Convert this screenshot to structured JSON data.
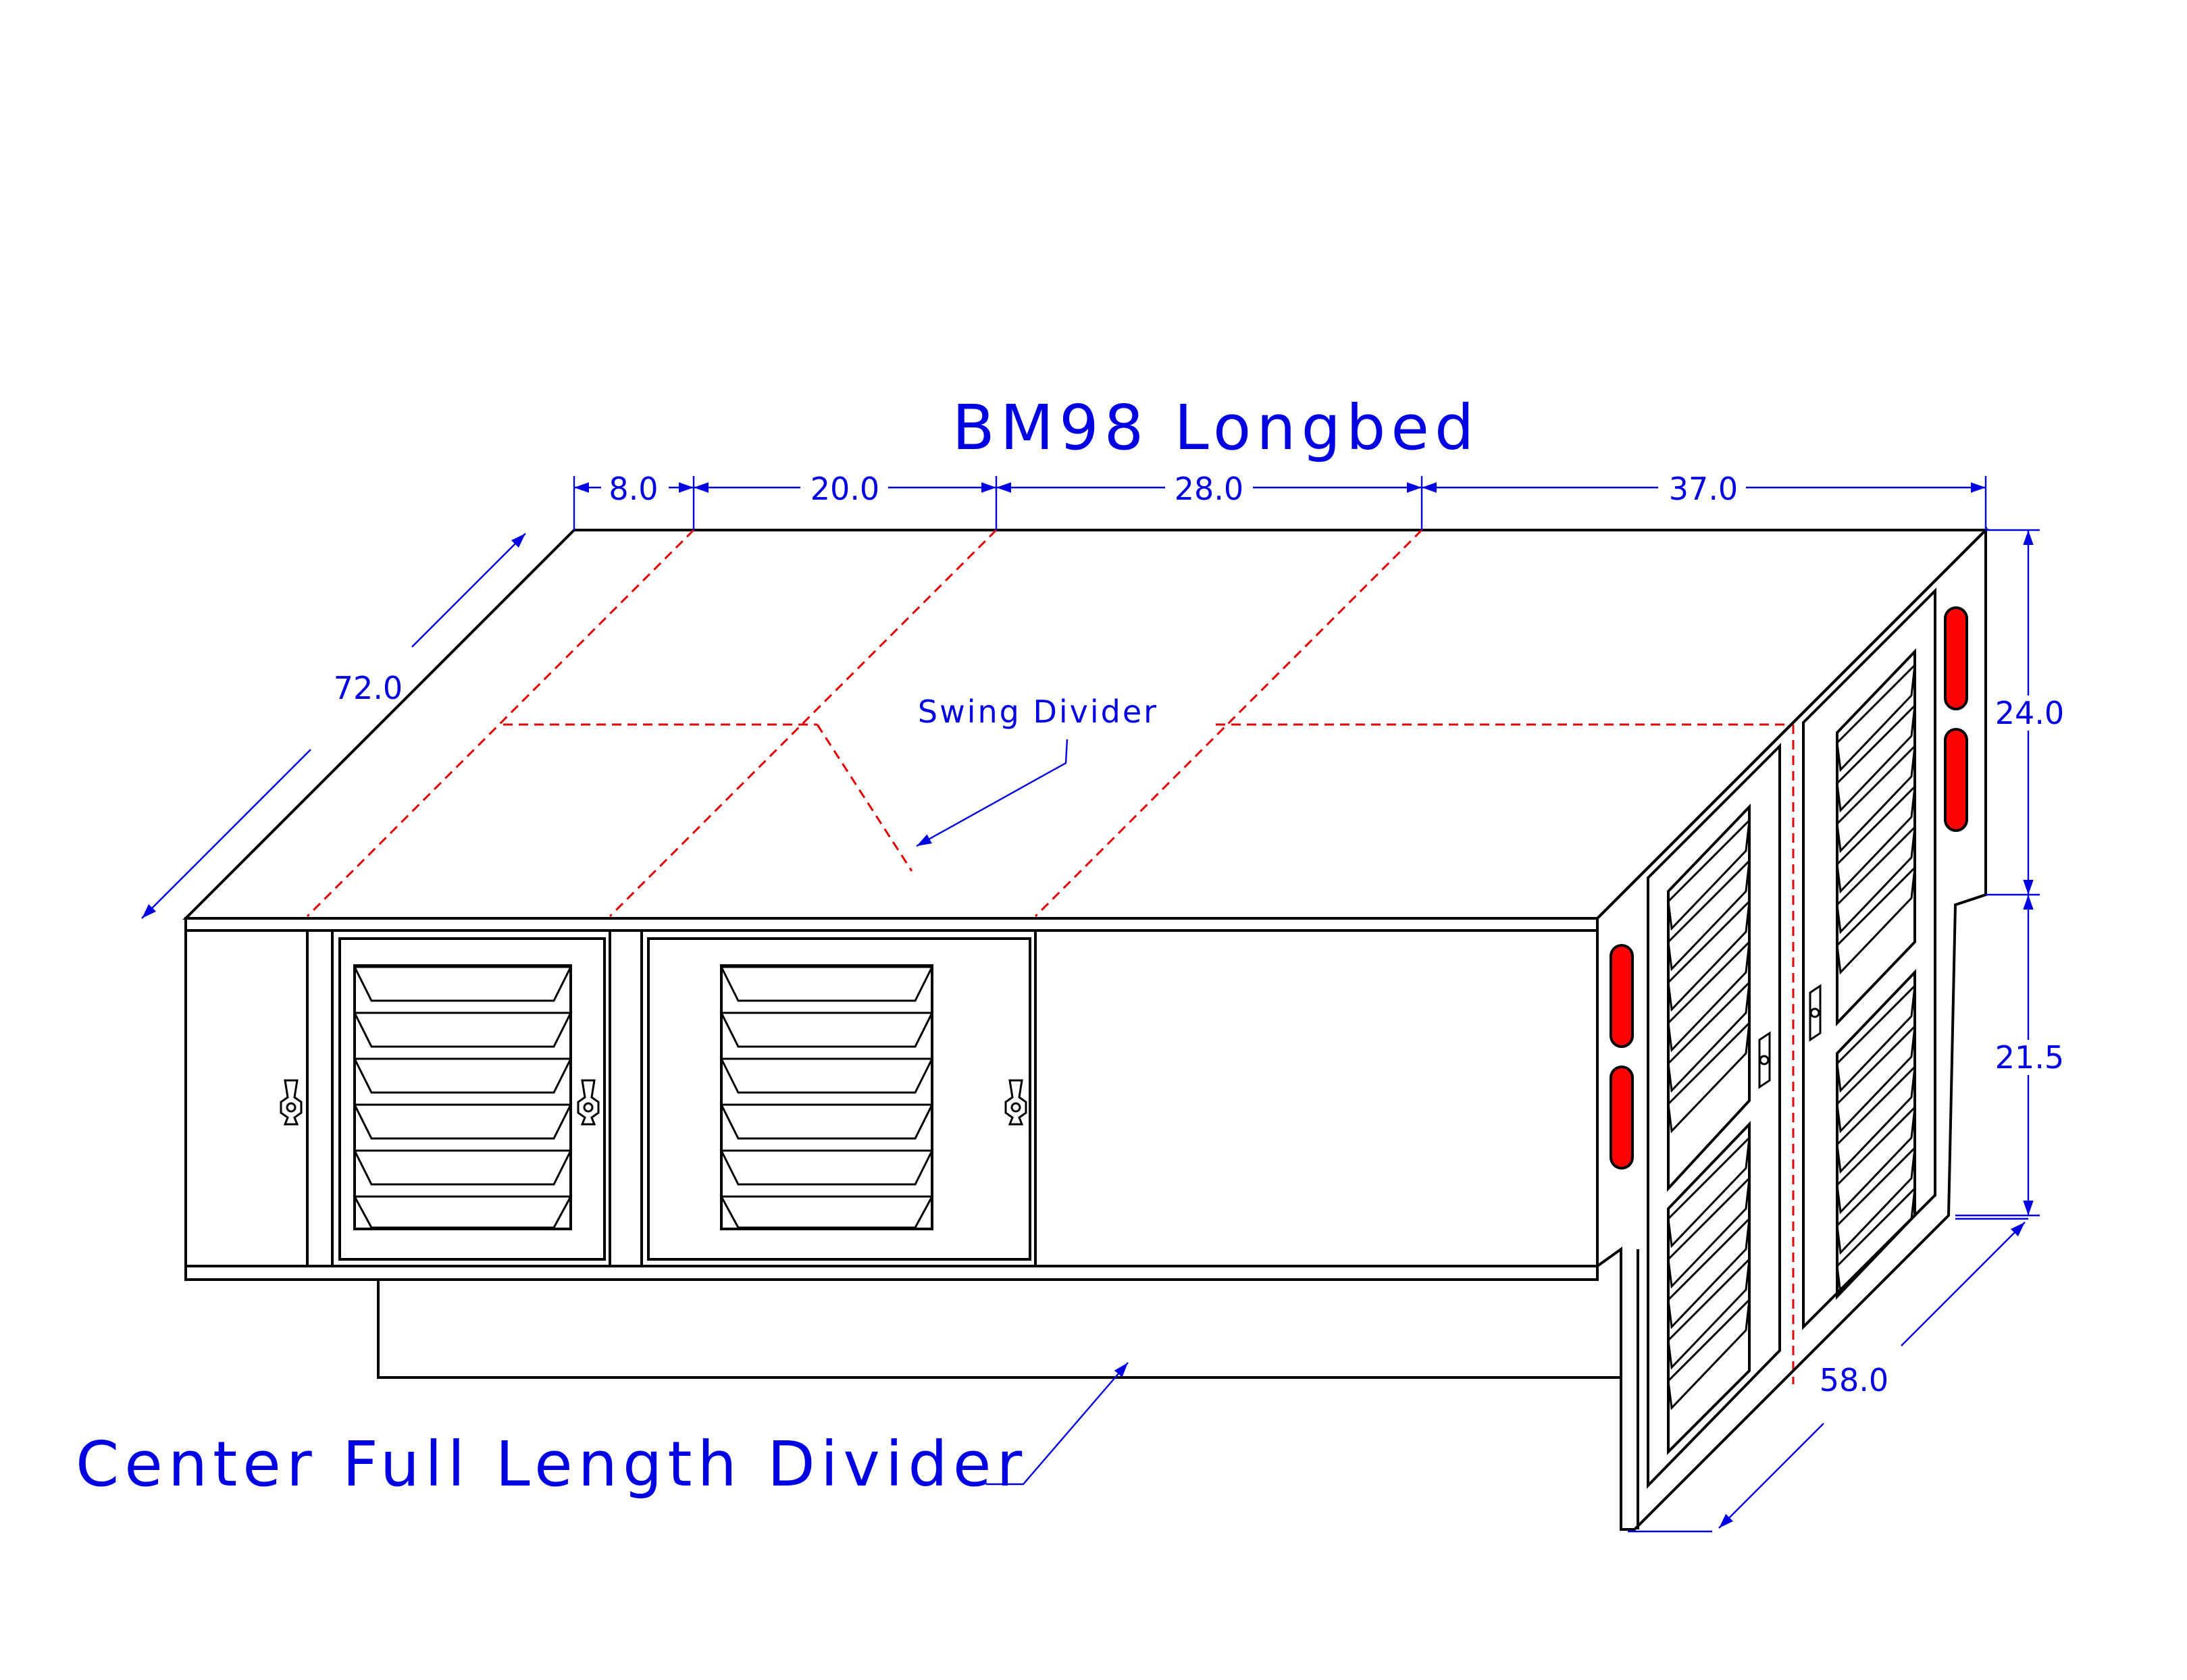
{
  "title": "BM98 Longbed",
  "dimensions": {
    "seg1": "8.0",
    "seg2": "20.0",
    "seg3": "28.0",
    "seg4": "37.0",
    "depth": "72.0",
    "upper_height": "24.0",
    "lower_height": "21.5",
    "width": "58.0"
  },
  "labels": {
    "swing_divider": "Swing Divider",
    "center_divider": "Center Full Length Divider"
  },
  "colors": {
    "dimension": "#0000e0",
    "hidden_divider": "#e00000",
    "lamp": "#ff0000",
    "outline": "#000000"
  }
}
